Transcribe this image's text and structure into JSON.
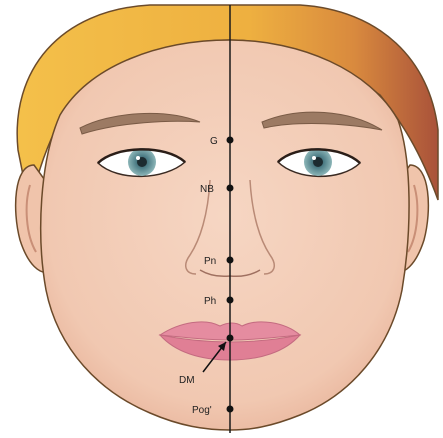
{
  "landmarks": [
    {
      "label": "G",
      "id": "glabella"
    },
    {
      "label": "NB",
      "id": "nasal-bridge"
    },
    {
      "label": "Pn",
      "id": "pronasale"
    },
    {
      "label": "Ph",
      "id": "philtrum"
    },
    {
      "label": "DM",
      "id": "lip-contact"
    },
    {
      "label": "Pog'",
      "id": "soft-pogonion"
    }
  ],
  "colors": {
    "hair": "#f0b43a",
    "hair_shadow": "#b8623a",
    "skin": "#f3cdb8",
    "skin_shadow": "#e3a98e",
    "lips": "#e07f95",
    "iris": "#7fa9ac",
    "line": "#1a1a1a"
  }
}
